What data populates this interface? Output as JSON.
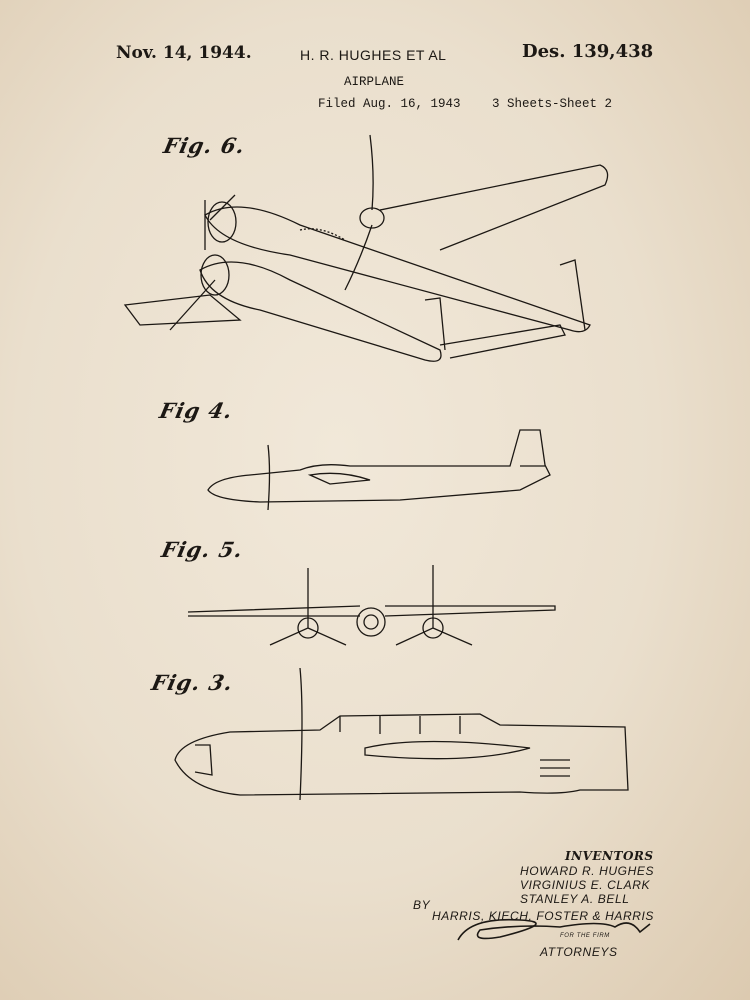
{
  "header": {
    "date": "Nov. 14, 1944.",
    "inventor_short": "H. R. HUGHES ET AL",
    "title": "AIRPLANE",
    "filed": "Filed Aug. 16, 1943",
    "patent_number": "Des. 139,438",
    "sheets": "3 Sheets-Sheet 2"
  },
  "figures": {
    "fig6": "Fig. 6.",
    "fig4": "Fig 4.",
    "fig5": "Fig. 5.",
    "fig3": "Fig. 3."
  },
  "inventors": {
    "heading": "INVENTORS",
    "names": [
      "Howard R. Hughes",
      "Virginius E. Clark",
      "Stanley A. Bell"
    ]
  },
  "attorneys": {
    "by": "By",
    "firm": "Harris, Kiech, Foster & Harris",
    "signature": "Lorence F. Kiech",
    "for_firm": "For the firm",
    "label": "Attorneys"
  }
}
